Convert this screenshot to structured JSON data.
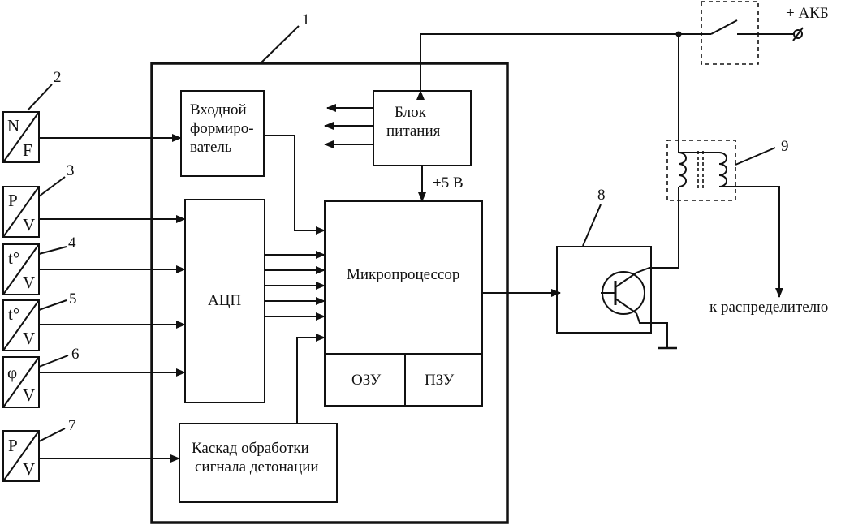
{
  "callouts": {
    "n1": "1",
    "n2": "2",
    "n3": "3",
    "n4": "4",
    "n5": "5",
    "n6": "6",
    "n7": "7",
    "n8": "8",
    "n9": "9"
  },
  "sensors": {
    "s2": {
      "top": "N",
      "bottom": "F"
    },
    "s3": {
      "top": "P",
      "bottom": "V"
    },
    "s4": {
      "top": "t°",
      "bottom": "V"
    },
    "s5": {
      "top": "t°",
      "bottom": "V"
    },
    "s6": {
      "top": "φ",
      "bottom": "V"
    },
    "s7": {
      "top": "P",
      "bottom": "V"
    }
  },
  "blocks": {
    "input_shaper": [
      "Входной",
      "формиро-",
      "ватель"
    ],
    "power_unit": [
      "Блок",
      "питания"
    ],
    "adc": "АЦП",
    "microprocessor": "Микропроцессор",
    "ram": "ОЗУ",
    "rom": "ПЗУ",
    "knock_stage": [
      "Каскад обработки",
      "сигнала детонации"
    ]
  },
  "labels": {
    "voltage": "+5 В",
    "battery": "+ АКБ",
    "distributor": "к распределителю"
  }
}
